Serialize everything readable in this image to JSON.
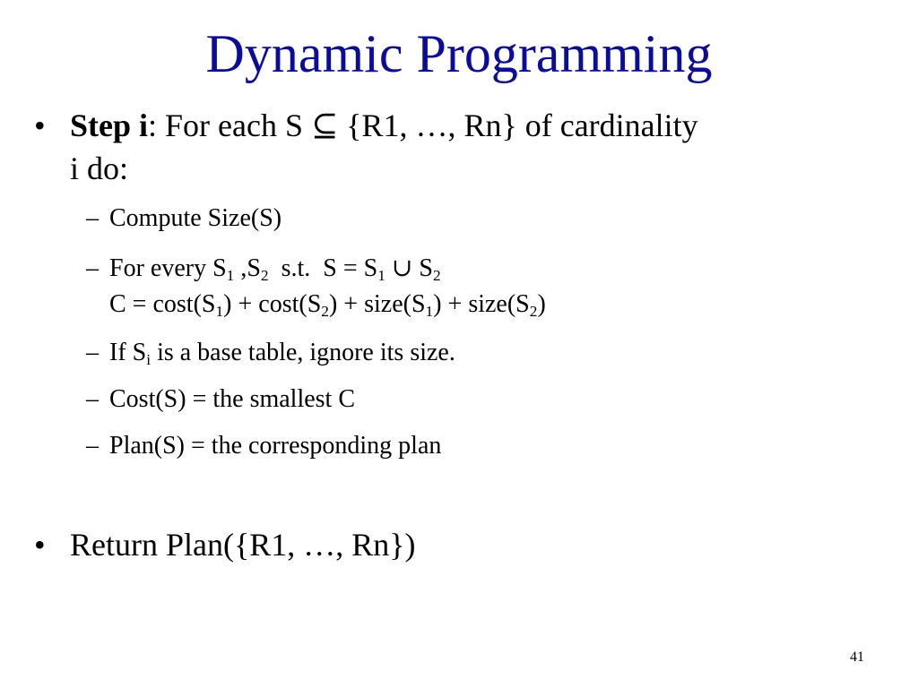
{
  "slide": {
    "title": "Dynamic Programming",
    "bullet_glyph": "•",
    "dash_glyph": "–",
    "step_bullet": {
      "bold_label": "Step i",
      "line1": ": For each S ⊆ {R1, …, Rn} of cardinality",
      "line2": "i do:"
    },
    "sub_items": {
      "compute": "Compute Size(S)",
      "every": {
        "prefix": "For every S",
        "s1": "1",
        "mid": " ,S",
        "s2": "2",
        "st": "  s.t.  S = S",
        "s1b": "1",
        "union": " ∪ S",
        "s2b": "2"
      },
      "cost_line": {
        "a": "C = cost(S",
        "a1": "1",
        "b": ") + cost(S",
        "b2": "2",
        "c": ") + size(S",
        "c1": "1",
        "d": ") + size(S",
        "d2": "2",
        "e": ")"
      },
      "if_base": {
        "a": "If S",
        "i": "i",
        "b": " is a base table, ignore its size."
      },
      "cost_s": "Cost(S) = the smallest C",
      "plan_s": "Plan(S) = the corresponding plan"
    },
    "return_bullet": "Return Plan({R1, …, Rn})",
    "page_number": "41"
  }
}
